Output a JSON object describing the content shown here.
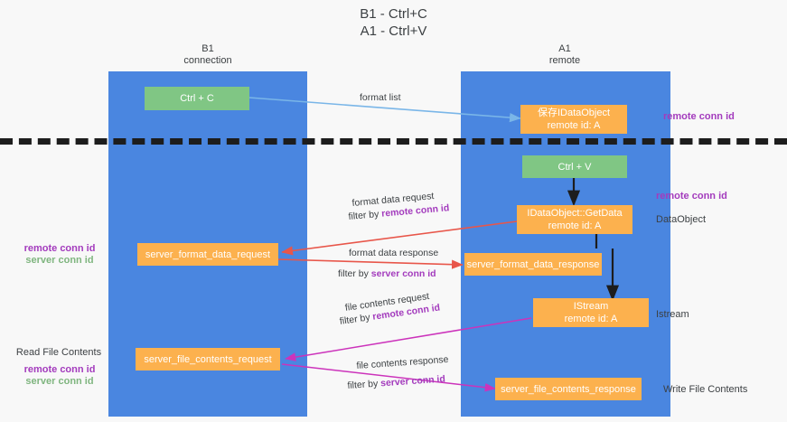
{
  "title": "B1 - Ctrl+C\nA1 - Ctrl+V",
  "lanes": [
    {
      "id": "b1",
      "label": "B1\nconnection"
    },
    {
      "id": "a1",
      "label": "A1\nremote"
    }
  ],
  "nodes": [
    {
      "id": "ctrl-c",
      "label": "Ctrl + C",
      "color": "green"
    },
    {
      "id": "save-idataobject",
      "label": "保存IDataObject\nremote id: A",
      "color": "orange"
    },
    {
      "id": "ctrl-v",
      "label": "Ctrl + V",
      "color": "green"
    },
    {
      "id": "idataobject-getdata",
      "label": "IDataObject::GetData\nremote id: A",
      "color": "orange"
    },
    {
      "id": "server-format-data-request",
      "label": "server_format_data_request",
      "color": "orange"
    },
    {
      "id": "server-format-data-response",
      "label": "server_format_data_response",
      "color": "orange"
    },
    {
      "id": "istream",
      "label": "IStream\nremote id: A",
      "color": "orange"
    },
    {
      "id": "server-file-contents-request",
      "label": "server_file_contents_request",
      "color": "orange"
    },
    {
      "id": "server-file-contents-response",
      "label": "server_file_contents_response",
      "color": "orange"
    }
  ],
  "annotations": {
    "right_remote_conn_id_top": "remote conn id",
    "right_remote_conn_id_mid": "remote conn id",
    "right_dataobject": "DataObject",
    "right_istream": "Istream",
    "right_write_file_contents": "Write File Contents",
    "left_remote_conn_id_1": "remote conn id",
    "left_server_conn_id_1": "server conn id",
    "left_read_file_contents": "Read File Contents",
    "left_remote_conn_id_2": "remote conn id",
    "left_server_conn_id_2": "server conn id"
  },
  "edge_labels": {
    "format_list": "format list",
    "format_data_request": "format data request",
    "format_data_request_filter": "filter by ",
    "format_data_request_key": "remote conn id",
    "format_data_response": "format data response",
    "format_data_response_filter": "filter by ",
    "format_data_response_key": "server conn id",
    "file_contents_request": "file contents request",
    "file_contents_request_filter": "filter by ",
    "file_contents_request_key": "remote conn id",
    "file_contents_response": "file contents response",
    "file_contents_response_filter": "filter by ",
    "file_contents_response_key": "server conn id"
  },
  "colors": {
    "background": "#f8f8f8",
    "lane": "#4a86e0",
    "node_green": "#80c684",
    "node_orange": "#fcb14e",
    "divider": "#1d1d1d",
    "accent_purple": "#a33bbd",
    "accent_green": "#7fb57f",
    "edge_blue": "#7ab6e8",
    "edge_red": "#e8564a",
    "edge_magenta": "#cc33bb",
    "edge_black": "#1d1d1d"
  }
}
